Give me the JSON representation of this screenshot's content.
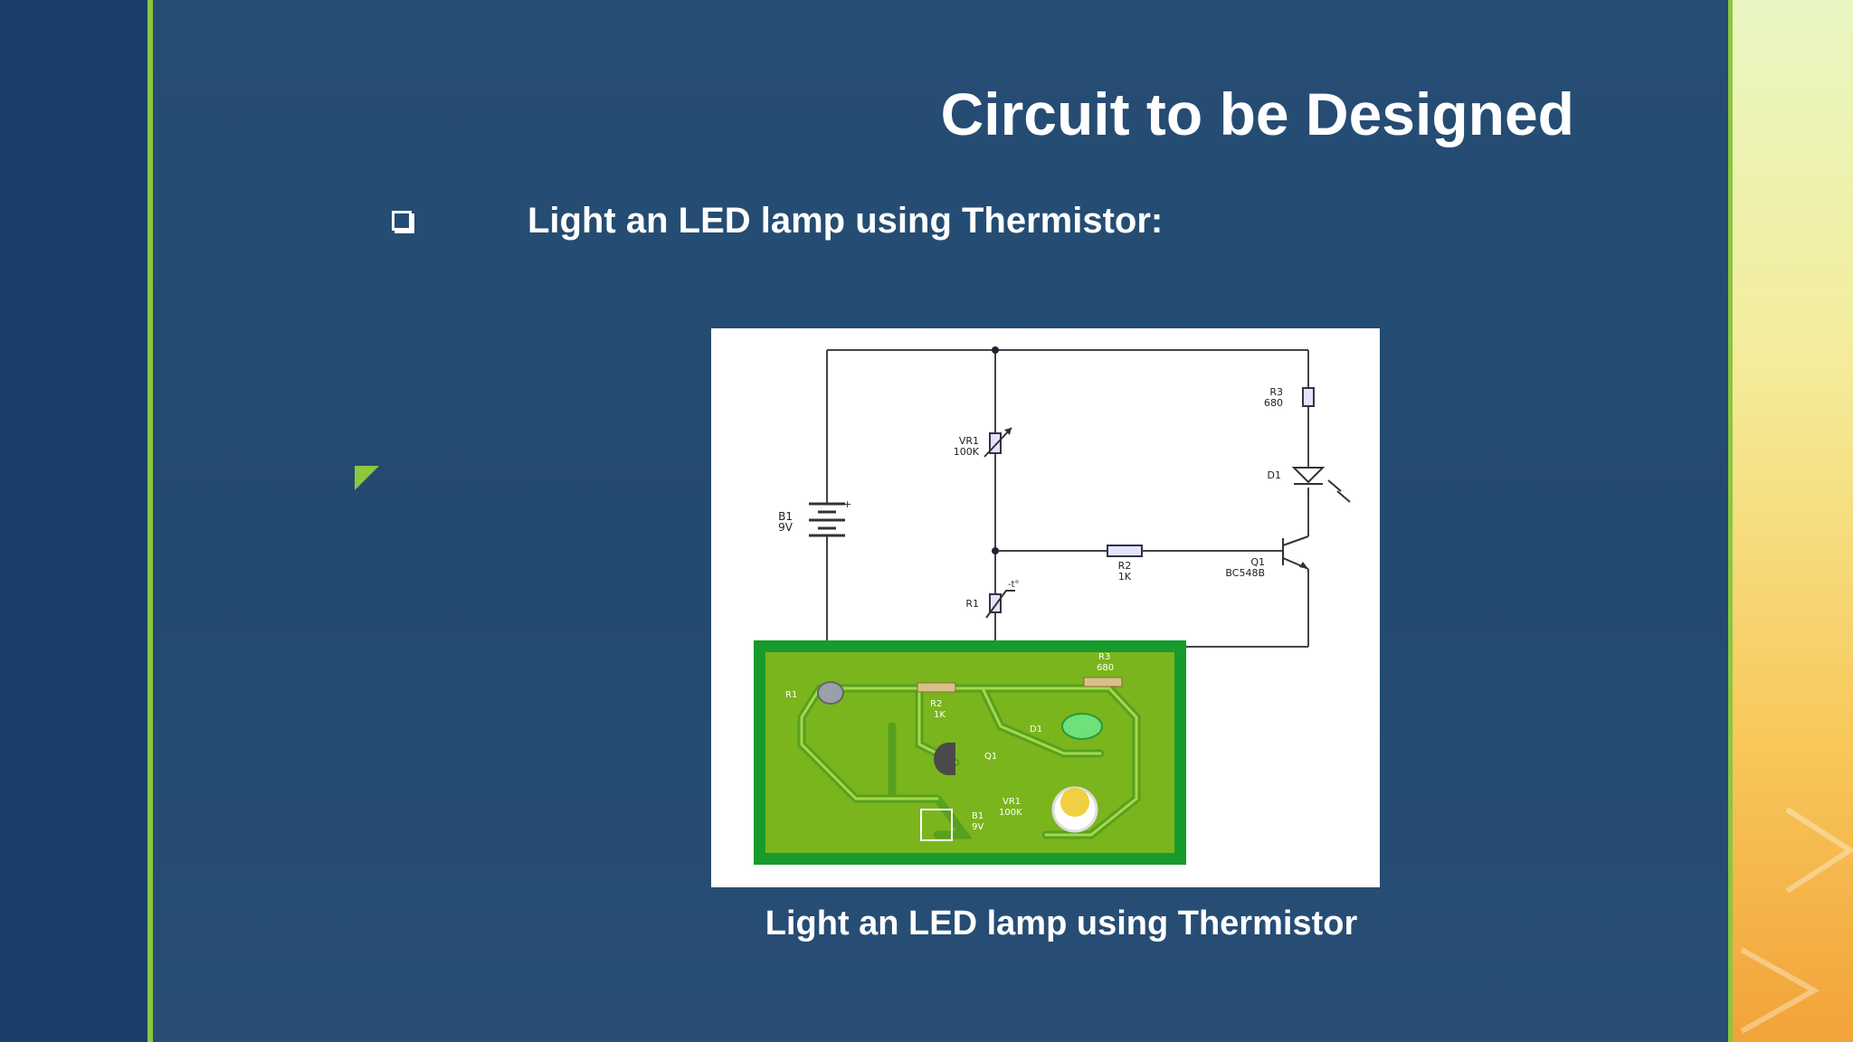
{
  "slide": {
    "title": "Circuit to be Designed",
    "bullet": "Light an LED lamp using Thermistor:",
    "caption": "Light an LED lamp using Thermistor"
  },
  "diagram": {
    "labels": {
      "r3": "R3",
      "r3_val": "680",
      "vr1": "VR1",
      "vr1_val": "100K",
      "d1": "D1",
      "b1": "B1",
      "b1_val": "9V",
      "r2": "R2",
      "r2_val": "1K",
      "q1": "Q1",
      "q1_val": "BC548B",
      "r1": "R1"
    },
    "pcb_labels": {
      "r1": "R1",
      "r2": "R2",
      "r2_val": "1K",
      "r3": "R3",
      "r3_val": "680",
      "q1": "Q1",
      "d1": "D1",
      "vr1": "VR1",
      "vr1_val": "100K",
      "b1": "B1",
      "b1_val": "9V"
    }
  },
  "colors": {
    "accent_green": "#8dc63f",
    "slide_blue": "#234a71",
    "pcb_green": "#7ab51d"
  }
}
